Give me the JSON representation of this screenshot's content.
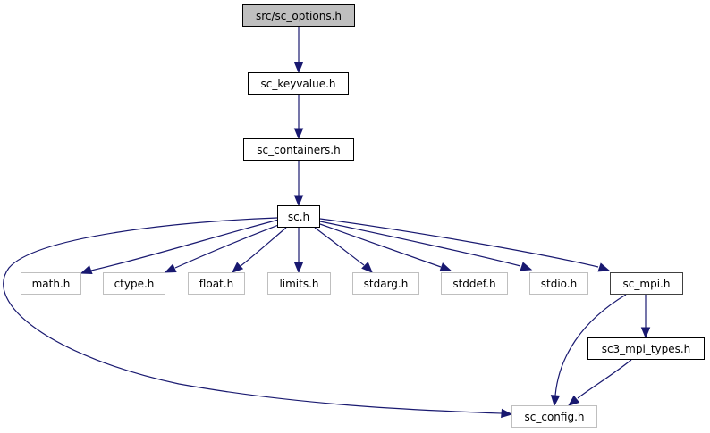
{
  "diagram": {
    "type": "include-dependency-graph",
    "edge_color": "#191970",
    "nodes": [
      {
        "id": "sc_options",
        "label": "src/sc_options.h",
        "kind": "root"
      },
      {
        "id": "sc_keyvalue",
        "label": "sc_keyvalue.h",
        "kind": "local"
      },
      {
        "id": "sc_containers",
        "label": "sc_containers.h",
        "kind": "local"
      },
      {
        "id": "sc",
        "label": "sc.h",
        "kind": "local"
      },
      {
        "id": "math",
        "label": "math.h",
        "kind": "system"
      },
      {
        "id": "ctype",
        "label": "ctype.h",
        "kind": "system"
      },
      {
        "id": "float",
        "label": "float.h",
        "kind": "system"
      },
      {
        "id": "limits",
        "label": "limits.h",
        "kind": "system"
      },
      {
        "id": "stdarg",
        "label": "stdarg.h",
        "kind": "system"
      },
      {
        "id": "stddef",
        "label": "stddef.h",
        "kind": "system"
      },
      {
        "id": "stdio",
        "label": "stdio.h",
        "kind": "system"
      },
      {
        "id": "sc_mpi",
        "label": "sc_mpi.h",
        "kind": "mid"
      },
      {
        "id": "sc3_mpi_types",
        "label": "sc3_mpi_types.h",
        "kind": "local"
      },
      {
        "id": "sc_config",
        "label": "sc_config.h",
        "kind": "system"
      }
    ],
    "edges": [
      [
        "sc_options",
        "sc_keyvalue"
      ],
      [
        "sc_keyvalue",
        "sc_containers"
      ],
      [
        "sc_containers",
        "sc"
      ],
      [
        "sc",
        "math"
      ],
      [
        "sc",
        "ctype"
      ],
      [
        "sc",
        "float"
      ],
      [
        "sc",
        "limits"
      ],
      [
        "sc",
        "stdarg"
      ],
      [
        "sc",
        "stddef"
      ],
      [
        "sc",
        "stdio"
      ],
      [
        "sc",
        "sc_mpi"
      ],
      [
        "sc",
        "sc_config"
      ],
      [
        "sc_mpi",
        "sc3_mpi_types"
      ],
      [
        "sc_mpi",
        "sc_config"
      ],
      [
        "sc3_mpi_types",
        "sc_config"
      ]
    ]
  }
}
